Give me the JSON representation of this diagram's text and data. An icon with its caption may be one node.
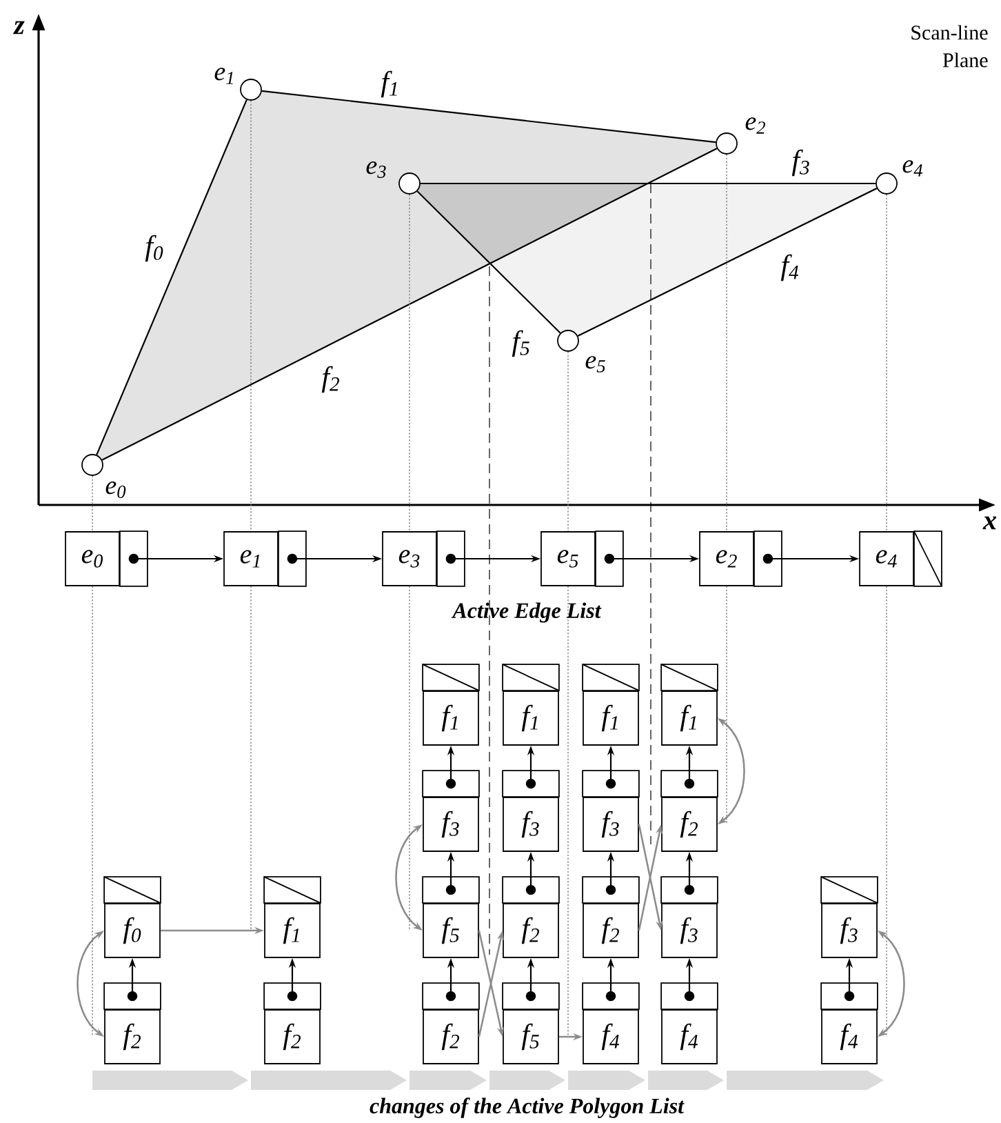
{
  "diagram": {
    "nodes": [
      {
        "text": [],
        "shape": "circle",
        "beside": [
          "e$_{0}$"
        ]
      },
      {
        "text": [],
        "shape": "circle",
        "beside": [
          "e$_{1}$"
        ]
      },
      {
        "text": [],
        "shape": "circle",
        "beside": [
          "e$_{2}$"
        ]
      },
      {
        "text": [],
        "shape": "circle",
        "beside": [
          "e$_{3}$"
        ]
      },
      {
        "text": [],
        "shape": "circle",
        "beside": [
          "e$_{4}$"
        ]
      },
      {
        "text": [],
        "shape": "circle",
        "beside": [
          "e$_{5}$"
        ]
      },
      {
        "text": [
          "e$_{0}$"
        ]
      },
      {
        "text": [
          "e$_{1}$"
        ]
      },
      {
        "text": [
          "e$_{3}$"
        ]
      },
      {
        "text": [
          "e$_{5}$"
        ]
      },
      {
        "text": [
          "e$_{2}$"
        ]
      },
      {
        "text": [
          "e$_{4}$"
        ]
      },
      {
        "text": [
          "f$_{0}$"
        ]
      },
      {
        "text": [
          "f$_{2}$"
        ]
      },
      {
        "text": [
          "f$_{1}$"
        ]
      },
      {
        "text": [
          "f$_{2}$"
        ]
      },
      {
        "text": [
          "f$_{1}$"
        ]
      },
      {
        "text": [
          "f$_{3}$"
        ]
      },
      {
        "text": [
          "f$_{5}$"
        ]
      },
      {
        "text": [
          "f$_{2}$"
        ]
      },
      {
        "text": [
          "f$_{1}$"
        ]
      },
      {
        "text": [
          "f$_{3}$"
        ]
      },
      {
        "text": [
          "f$_{2}$"
        ]
      },
      {
        "text": [
          "f$_{5}$"
        ]
      },
      {
        "text": [
          "f$_{1}$"
        ]
      },
      {
        "text": [
          "f$_{3}$"
        ]
      },
      {
        "text": [
          "f$_{2}$"
        ]
      },
      {
        "text": [
          "f$_{4}$"
        ]
      },
      {
        "text": [
          "f$_{1}$"
        ]
      },
      {
        "text": [
          "f$_{2}$"
        ]
      },
      {
        "text": [
          "f$_{3}$"
        ]
      },
      {
        "text": [
          "f$_{4}$"
        ]
      },
      {
        "text": [
          "f$_{3}$"
        ]
      },
      {
        "text": [
          "f$_{4}$"
        ]
      }
    ],
    "edges": [
      {
        "from": 0,
        "to": 1,
        "arrow": "none",
        "label": "f$_{0}$"
      },
      {
        "from": 1,
        "to": 2,
        "arrow": "none",
        "label": "f$_{1}$"
      },
      {
        "from": 0,
        "to": 2,
        "arrow": "none",
        "label": "f$_{2}$"
      },
      {
        "from": 3,
        "to": 4,
        "arrow": "none",
        "label": "f$_{3}$"
      },
      {
        "from": 4,
        "to": 5,
        "arrow": "none",
        "label": "f$_{4}$"
      },
      {
        "from": 3,
        "to": 5,
        "arrow": "none",
        "label": "f$_{5}$"
      },
      {
        "from": 6,
        "to": 7,
        "arrow": "to"
      },
      {
        "from": 7,
        "to": 8,
        "arrow": "to"
      },
      {
        "from": 8,
        "to": 9,
        "arrow": "to"
      },
      {
        "from": 9,
        "to": 10,
        "arrow": "to"
      },
      {
        "from": 10,
        "to": 11,
        "arrow": "to"
      },
      {
        "from": 13,
        "to": 12,
        "arrow": "to"
      },
      {
        "from": 15,
        "to": 14,
        "arrow": "to"
      },
      {
        "from": 17,
        "to": 16,
        "arrow": "to"
      },
      {
        "from": 18,
        "to": 17,
        "arrow": "to"
      },
      {
        "from": 19,
        "to": 18,
        "arrow": "to"
      },
      {
        "from": 21,
        "to": 20,
        "arrow": "to"
      },
      {
        "from": 22,
        "to": 21,
        "arrow": "to"
      },
      {
        "from": 23,
        "to": 22,
        "arrow": "to"
      },
      {
        "from": 25,
        "to": 24,
        "arrow": "to"
      },
      {
        "from": 26,
        "to": 25,
        "arrow": "to"
      },
      {
        "from": 27,
        "to": 26,
        "arrow": "to"
      },
      {
        "from": 29,
        "to": 28,
        "arrow": "to"
      },
      {
        "from": 30,
        "to": 29,
        "arrow": "to"
      },
      {
        "from": 31,
        "to": 30,
        "arrow": "to"
      },
      {
        "from": 33,
        "to": 32,
        "arrow": "to"
      },
      {
        "from": 12,
        "to": 14,
        "arrow": "to",
        "color": "#8c8c8c"
      },
      {
        "from": 12,
        "to": 13,
        "arrow": "both",
        "color": "#8c8c8c"
      },
      {
        "from": 17,
        "to": 18,
        "arrow": "both",
        "color": "#8c8c8c"
      },
      {
        "from": 18,
        "to": 23,
        "arrow": "to",
        "color": "#8c8c8c"
      },
      {
        "from": 19,
        "to": 22,
        "arrow": "to",
        "color": "#8c8c8c"
      },
      {
        "from": 23,
        "to": 27,
        "arrow": "to",
        "color": "#8c8c8c"
      },
      {
        "from": 25,
        "to": 30,
        "arrow": "to",
        "color": "#8c8c8c"
      },
      {
        "from": 26,
        "to": 29,
        "arrow": "to",
        "color": "#8c8c8c"
      },
      {
        "from": 28,
        "to": 29,
        "arrow": "both",
        "color": "#8c8c8c"
      },
      {
        "from": 32,
        "to": 33,
        "arrow": "both",
        "color": "#8c8c8c"
      },
      {
        "from": 0,
        "to": 6,
        "arrow": "none",
        "style": "dashed",
        "color": "#808080"
      },
      {
        "from": 1,
        "to": 7,
        "arrow": "none",
        "style": "dashed",
        "color": "#808080"
      },
      {
        "from": 3,
        "to": 8,
        "arrow": "none",
        "style": "dashed",
        "color": "#808080"
      },
      {
        "from": 5,
        "to": 9,
        "arrow": "none",
        "style": "dashed",
        "color": "#808080"
      },
      {
        "from": 2,
        "to": 10,
        "arrow": "none",
        "style": "dashed",
        "color": "#808080"
      },
      {
        "from": 4,
        "to": 11,
        "arrow": "none",
        "style": "dashed",
        "color": "#808080"
      },
      {
        "from": 6,
        "to": 13,
        "arrow": "none",
        "style": "dashed",
        "color": "#808080"
      },
      {
        "from": 7,
        "to": 14,
        "arrow": "none",
        "style": "dashed",
        "color": "#808080"
      },
      {
        "from": 8,
        "to": 18,
        "arrow": "none",
        "style": "dashed",
        "color": "#808080"
      },
      {
        "from": 9,
        "to": 23,
        "arrow": "none",
        "style": "dashed",
        "color": "#808080"
      },
      {
        "from": 10,
        "to": 29,
        "arrow": "none",
        "style": "dashed",
        "color": "#808080"
      },
      {
        "from": 11,
        "to": 33,
        "arrow": "none",
        "style": "dashed",
        "color": "#808080"
      }
    ],
    "labels": [
      "z",
      "Scan-line Plane",
      "x",
      "Active Edge List",
      "changes of the Active Polygon List"
    ]
  }
}
